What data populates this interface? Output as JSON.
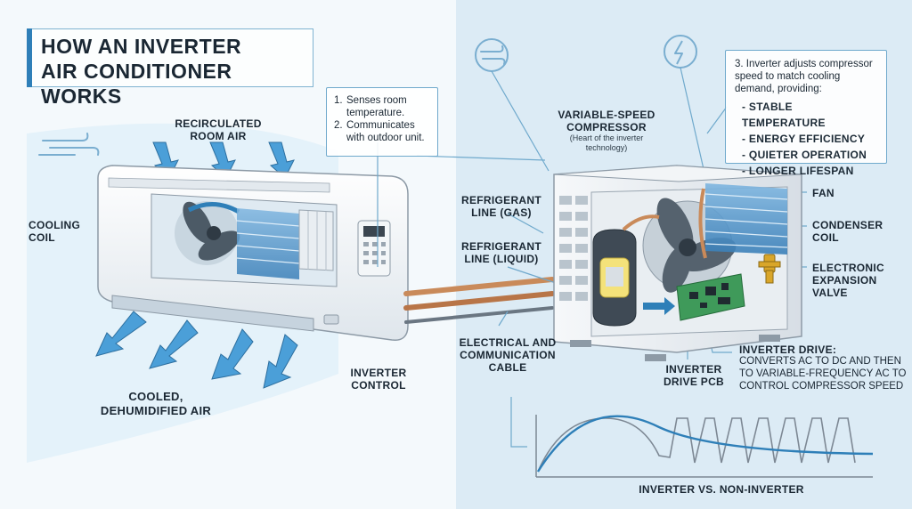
{
  "title": "HOW AN INVERTER\nAIR CONDITIONER WORKS",
  "step1": {
    "lines": [
      {
        "num": "1.",
        "text": "Senses room temperature."
      },
      {
        "num": "2.",
        "text": "Communicates with outdoor unit."
      }
    ]
  },
  "step3": {
    "intro": "3. Inverter adjusts compressor speed to match cooling demand, providing:",
    "bullets": [
      "- STABLE TEMPERATURE",
      "- ENERGY EFFICIENCY",
      "- QUIETER OPERATION",
      "- LONGER LIFESPAN"
    ]
  },
  "labels": {
    "recirculated": "RECIRCULATED\nROOM AIR",
    "cooling_coil": "COOLING\nCOIL",
    "cooled_air": "COOLED,\nDEHUMIDIFIED AIR",
    "inverter_control": "INVERTER\nCONTROL",
    "ref_gas": "REFRIGERANT\nLINE (GAS)",
    "ref_liquid": "REFRIGERANT\nLINE (LIQUID)",
    "elec_cable": "ELECTRICAL AND\nCOMMUNICATION\nCABLE",
    "compressor": "VARIABLE-SPEED\nCOMPRESSOR",
    "compressor_note": "(Heart of the inverter\ntechnology)",
    "fan": "FAN",
    "condenser": "CONDENSER\nCOIL",
    "valve": "ELECTRONIC\nEXPANSION\nVALVE",
    "drive_pcb": "INVERTER\nDRIVE PCB",
    "drive_title": "INVERTER DRIVE:",
    "drive_desc": "CONVERTS AC TO DC AND THEN\nTO VARIABLE-FREQUENCY AC TO\nCONTROL COMPRESSOR SPEED",
    "graph_caption": "INVERTER VS. NON-INVERTER"
  },
  "colors": {
    "accent_blue": "#2e7fb8",
    "air_blue": "#4b9fd8",
    "gas_line": "#c98a5a",
    "liquid_line": "#b87548"
  }
}
